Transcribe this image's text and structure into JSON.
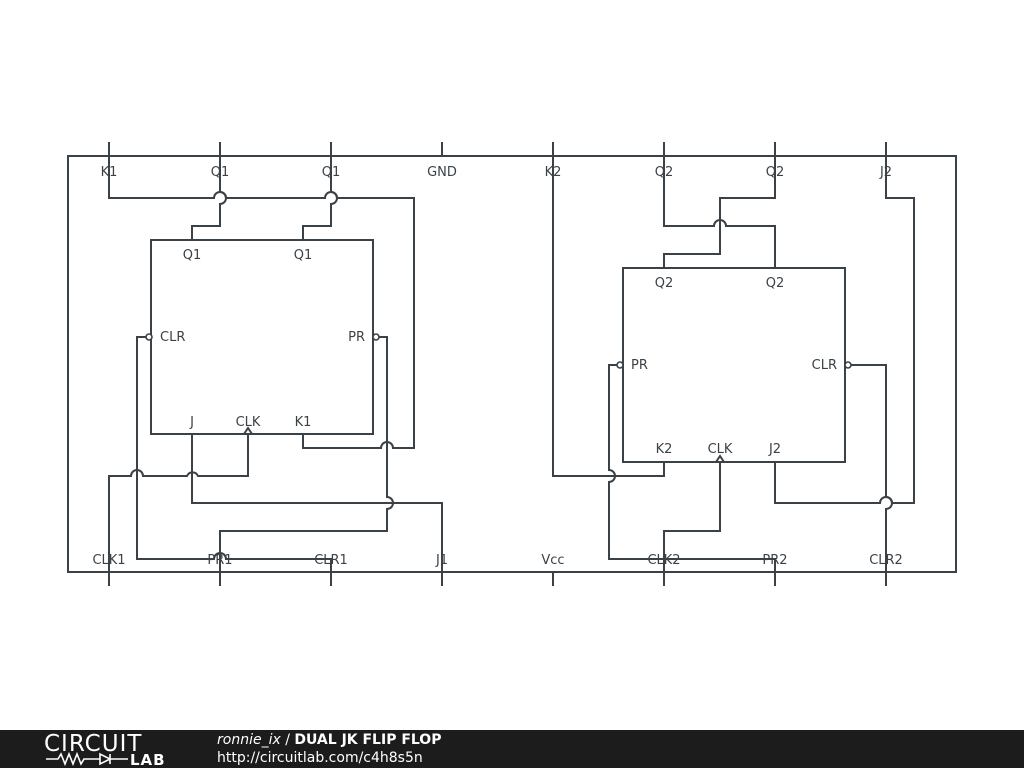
{
  "pins_top": {
    "k1": "K1",
    "q1_a": "Q1",
    "q1_b": "Q1",
    "gnd": "GND",
    "k2": "K2",
    "q2_a": "Q2",
    "q2_b": "Q2",
    "j2": "J2"
  },
  "pins_bottom": {
    "clk1": "CLK1",
    "pr1": "PR1",
    "clr1": "CLR1",
    "j1": "J1",
    "vcc": "Vcc",
    "clk2": "CLK2",
    "pr2": "PR2",
    "clr2": "CLR2"
  },
  "ff1": {
    "q": "Q1",
    "qbar": "Q1",
    "clr": "CLR",
    "pr": "PR",
    "j": "J",
    "clk": "CLK",
    "k": "K1"
  },
  "ff2": {
    "q": "Q2",
    "qbar": "Q2",
    "pr": "PR",
    "clr": "CLR",
    "k": "K2",
    "clk": "CLK",
    "j": "J2"
  },
  "footer": {
    "logo_word": "CIRCUIT",
    "logo_lab": "LAB",
    "user": "ronnie_ix",
    "separator": " / ",
    "title": "DUAL JK FLIP FLOP",
    "url": "http://circuitlab.com/c4h8s5n"
  },
  "colors": {
    "wire": "#3b4247",
    "footer_bg": "#1c1c1c",
    "footer_text": "#ffffff"
  }
}
